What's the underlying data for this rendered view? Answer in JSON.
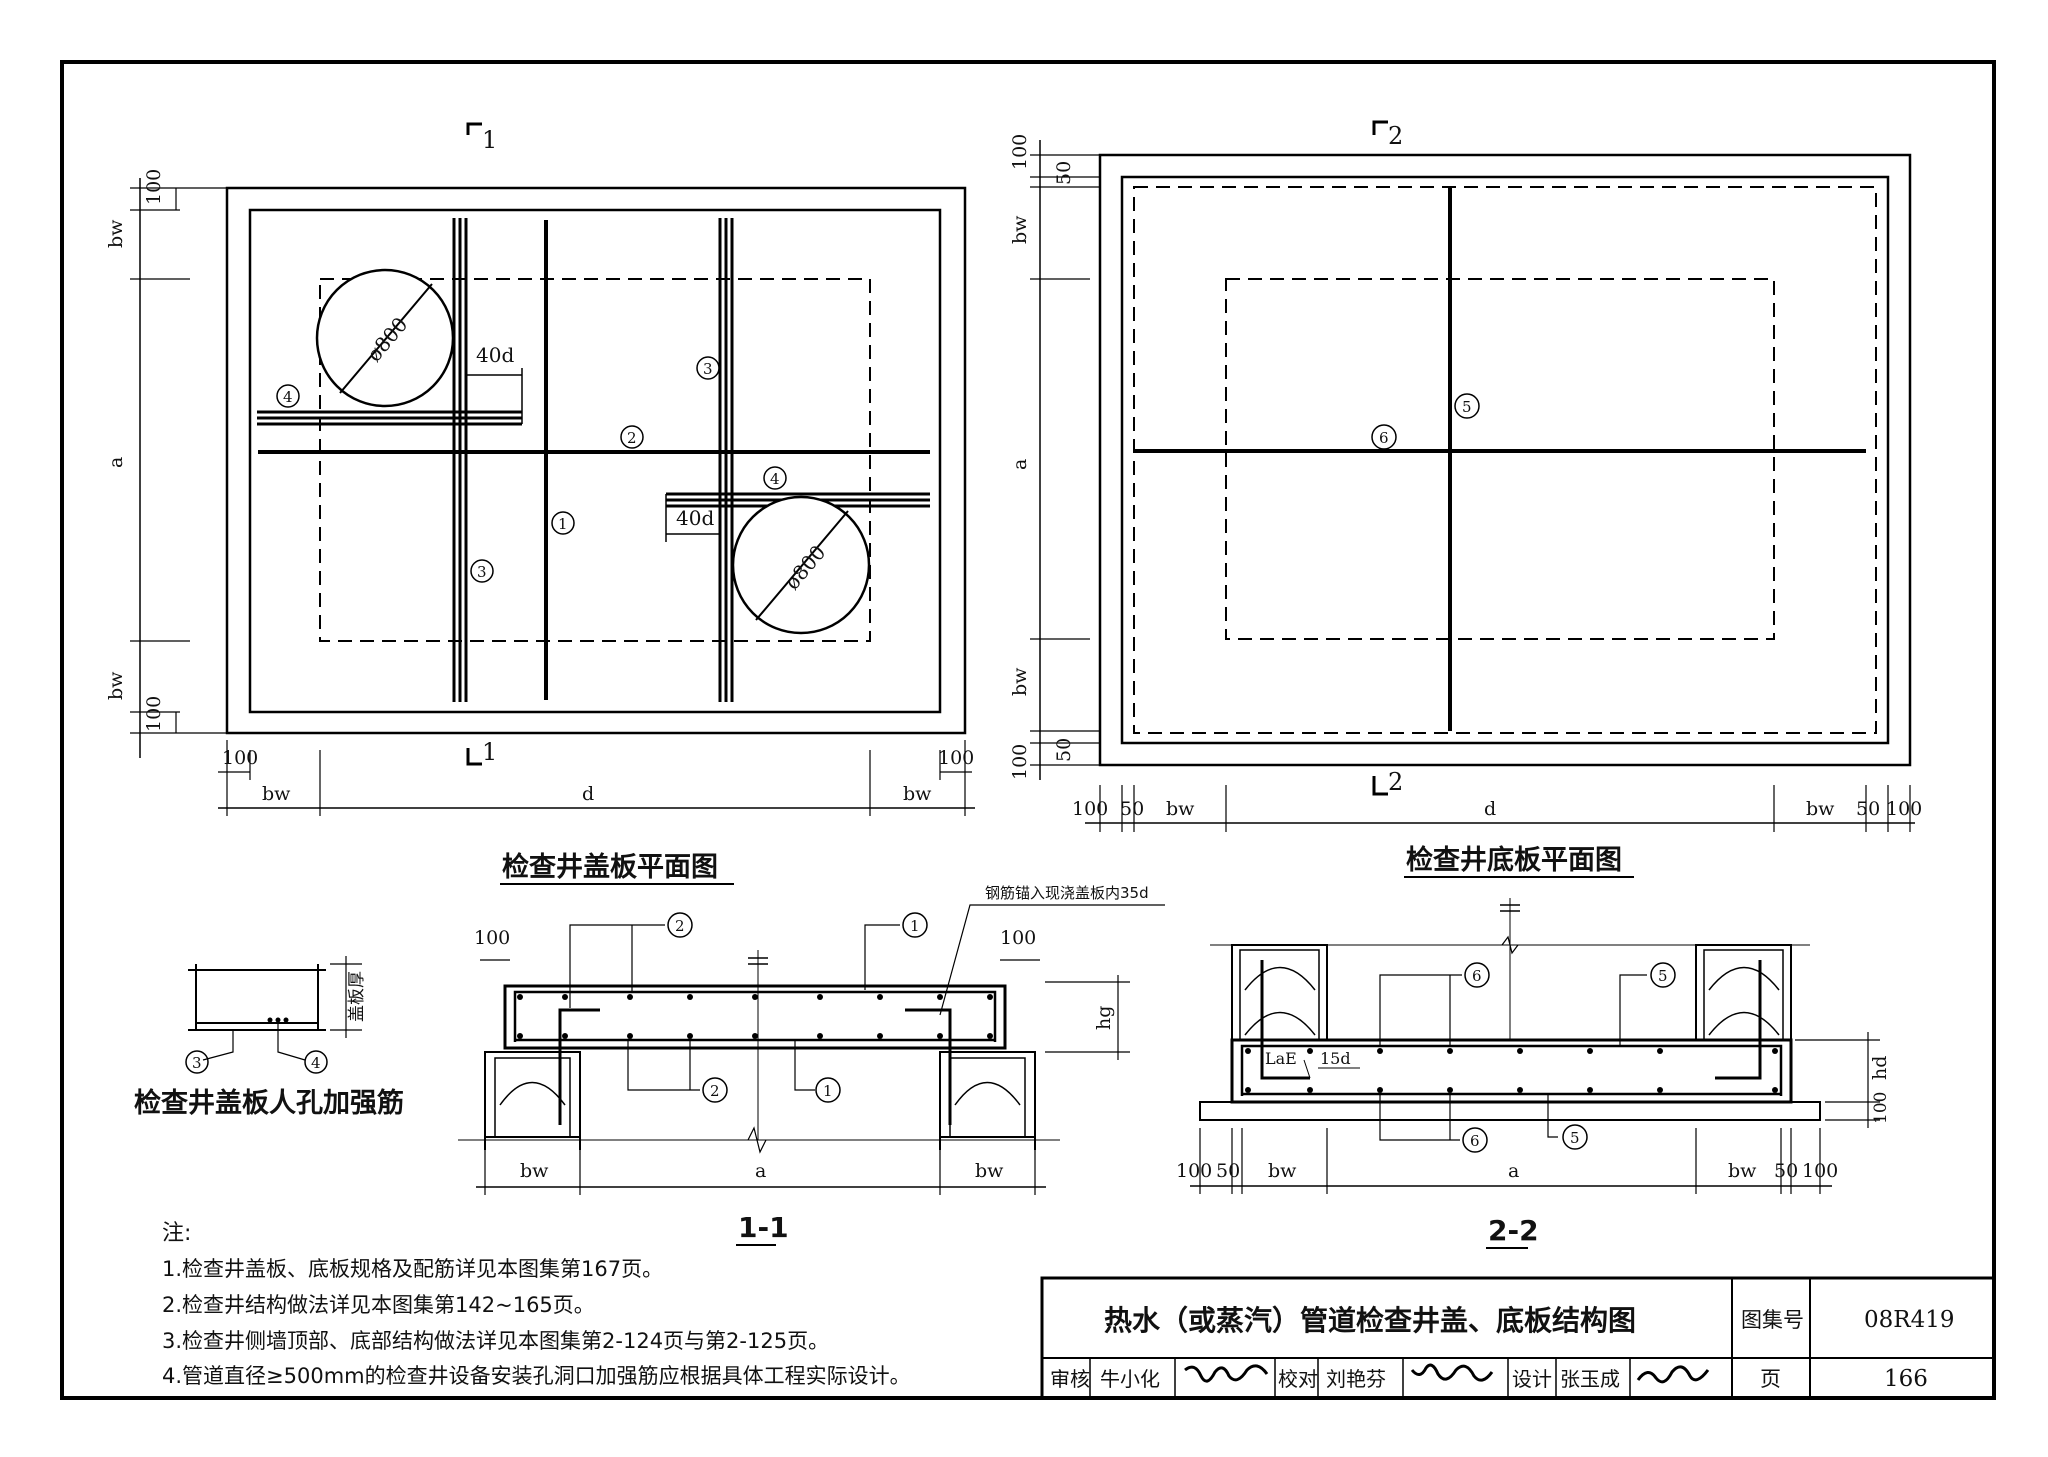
{
  "plan_top": {
    "title": "检查井盖板平面图",
    "section_mark": "1",
    "circle_label": "ø800",
    "anchor_len": "40d",
    "dims": {
      "d100": "100",
      "bw": "bw",
      "a": "a",
      "d": "d"
    },
    "callouts": [
      "1",
      "2",
      "3",
      "4"
    ]
  },
  "plan_bottom": {
    "title": "检查井底板平面图",
    "section_mark": "2",
    "dims": {
      "d100": "100",
      "d50": "50",
      "bw": "bw",
      "a": "a",
      "d": "d"
    },
    "callouts": [
      "5",
      "6"
    ]
  },
  "detail": {
    "title": "检查井盖板人孔加强筋",
    "label": "盖板厚",
    "callouts": [
      "3",
      "4"
    ]
  },
  "section_1": {
    "title": "1-1",
    "note": "钢筋锚入现浇盖板内35d",
    "dims": {
      "d100": "100",
      "hg": "hg",
      "bw": "bw",
      "a": "a"
    },
    "callouts": [
      "1",
      "2"
    ]
  },
  "section_2": {
    "title": "2-2",
    "dims": {
      "d100": "100",
      "d50": "50",
      "hd": "hd",
      "bw": "bw",
      "a": "a",
      "lae": "LaE",
      "d15": "15d"
    },
    "callouts": [
      "5",
      "6"
    ]
  },
  "notes": {
    "heading": "注:",
    "items": [
      "1.检查井盖板、底板规格及配筋详见本图集第167页。",
      "2.检查井结构做法详见本图集第142~165页。",
      "3.检查井侧墙顶部、底部结构做法详见本图集第2-124页与第2-125页。",
      "4.管道直径≥500mm的检查井设备安装孔洞口加强筋应根据具体工程实际设计。"
    ]
  },
  "titleblock": {
    "title": "热水（或蒸汽）管道检查井盖、底板结构图",
    "atlas_label": "图集号",
    "atlas_no": "08R419",
    "page_label": "页",
    "page_no": "166",
    "review_label": "审核",
    "reviewer": "牛小化",
    "check_label": "校对",
    "checker": "刘艳芬",
    "design_label": "设计",
    "designer": "张玉成"
  }
}
